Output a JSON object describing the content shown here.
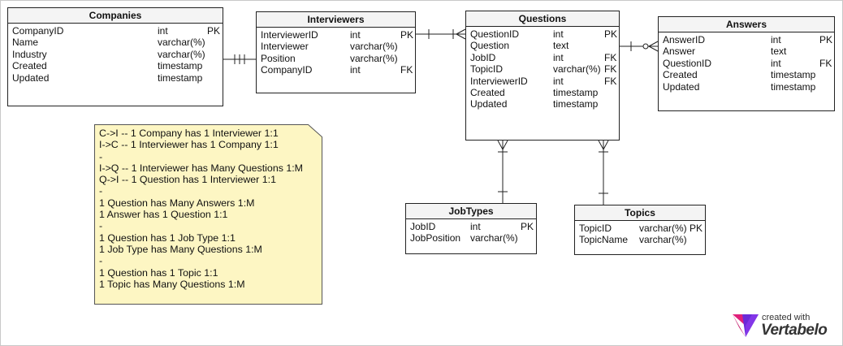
{
  "tables": {
    "companies": {
      "title": "Companies",
      "columns": [
        {
          "name": "CompanyID",
          "type": "int",
          "key": "PK"
        },
        {
          "name": "Name",
          "type": "varchar(%)",
          "key": ""
        },
        {
          "name": "Industry",
          "type": "varchar(%)",
          "key": ""
        },
        {
          "name": "Created",
          "type": "timestamp",
          "key": ""
        },
        {
          "name": "Updated",
          "type": "timestamp",
          "key": ""
        }
      ]
    },
    "interviewers": {
      "title": "Interviewers",
      "columns": [
        {
          "name": "InterviewerID",
          "type": "int",
          "key": "PK"
        },
        {
          "name": "Interviewer",
          "type": "varchar(%)",
          "key": ""
        },
        {
          "name": "Position",
          "type": "varchar(%)",
          "key": ""
        },
        {
          "name": "CompanyID",
          "type": "int",
          "key": "FK"
        }
      ]
    },
    "questions": {
      "title": "Questions",
      "columns": [
        {
          "name": "QuestionID",
          "type": "int",
          "key": "PK"
        },
        {
          "name": "Question",
          "type": "text",
          "key": ""
        },
        {
          "name": "JobID",
          "type": "int",
          "key": "FK"
        },
        {
          "name": "TopicID",
          "type": "varchar(%)",
          "key": "FK"
        },
        {
          "name": "InterviewerID",
          "type": "int",
          "key": "FK"
        },
        {
          "name": "Created",
          "type": "timestamp",
          "key": ""
        },
        {
          "name": "Updated",
          "type": "timestamp",
          "key": ""
        }
      ]
    },
    "answers": {
      "title": "Answers",
      "columns": [
        {
          "name": "AnswerID",
          "type": "int",
          "key": "PK"
        },
        {
          "name": "Answer",
          "type": "text",
          "key": ""
        },
        {
          "name": "QuestionID",
          "type": "int",
          "key": "FK"
        },
        {
          "name": "Created",
          "type": "timestamp",
          "key": ""
        },
        {
          "name": "Updated",
          "type": "timestamp",
          "key": ""
        }
      ]
    },
    "jobtypes": {
      "title": "JobTypes",
      "columns": [
        {
          "name": "JobID",
          "type": "int",
          "key": "PK"
        },
        {
          "name": "JobPosition",
          "type": "varchar(%)",
          "key": ""
        }
      ]
    },
    "topics": {
      "title": "Topics",
      "columns": [
        {
          "name": "TopicID",
          "type": "varchar(%)",
          "key": "PK"
        },
        {
          "name": "TopicName",
          "type": "varchar(%)",
          "key": ""
        }
      ]
    }
  },
  "note": {
    "lines": [
      "C->I -- 1 Company has 1 Interviewer 1:1",
      "I->C -- 1 Interviewer has 1 Company 1:1",
      "-",
      "I->Q -- 1 Interviewer has Many Questions 1:M",
      "Q->I -- 1 Question has 1 Interviewer 1:1",
      "-",
      "1 Question has Many Answers 1:M",
      "1 Answer has 1 Question 1:1",
      "-",
      "1 Question has 1 Job Type 1:1",
      "1 Job Type has Many Questions 1:M",
      "-",
      "1 Question has 1 Topic 1:1",
      "1 Topic has Many Questions 1:M"
    ]
  },
  "branding": {
    "line1": "created with",
    "line2": "Vertabelo"
  },
  "colors": {
    "note_bg": "#fdf6c3",
    "border": "#222222",
    "logo_pink": "#e0207a",
    "logo_purple": "#6a2bd8"
  }
}
